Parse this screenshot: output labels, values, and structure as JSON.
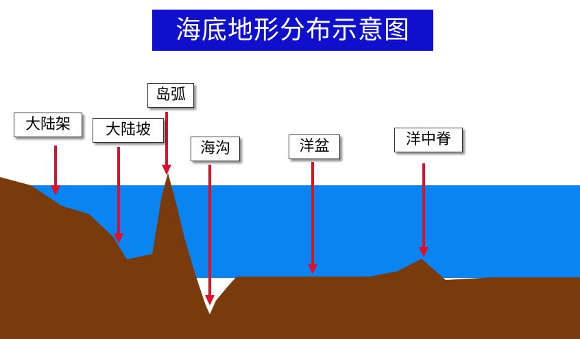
{
  "title": "海底地形分布示意图",
  "labels": {
    "continental_shelf": "大陆架",
    "continental_slope": "大陆坡",
    "island_arc": "岛弧",
    "trench": "海沟",
    "ocean_basin": "洋盆",
    "mid_ocean_ridge": "洋中脊"
  },
  "colors": {
    "title_bg": "#1010cc",
    "sea": "#0a84f0",
    "seabed": "#7a3b0c",
    "arrow": "#e0102a"
  }
}
